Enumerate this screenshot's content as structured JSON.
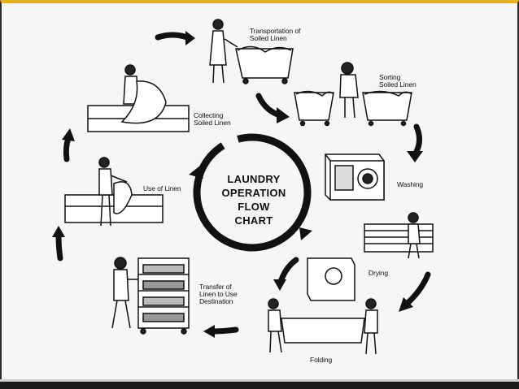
{
  "title": {
    "line1": "LAUNDRY",
    "line2": "OPERATION",
    "line3": "FLOW",
    "line4": "CHART"
  },
  "steps": {
    "transportation": {
      "line1": "Transportation of",
      "line2": "Soiled Linen"
    },
    "sorting": {
      "line1": "Sorting",
      "line2": "Soiled Linen"
    },
    "washing": {
      "label": "Washing"
    },
    "drying": {
      "label": "Drying"
    },
    "folding": {
      "label": "Folding"
    },
    "transfer": {
      "line1": "Transfer of",
      "line2": "Linen to Use",
      "line3": "Destination"
    },
    "use": {
      "label": "Use of Linen"
    },
    "collecting": {
      "line1": "Collecting",
      "line2": "Soiled Linen"
    }
  },
  "colors": {
    "frame_top": "#e8b020",
    "ink": "#111111",
    "background": "#f6f6f6"
  }
}
